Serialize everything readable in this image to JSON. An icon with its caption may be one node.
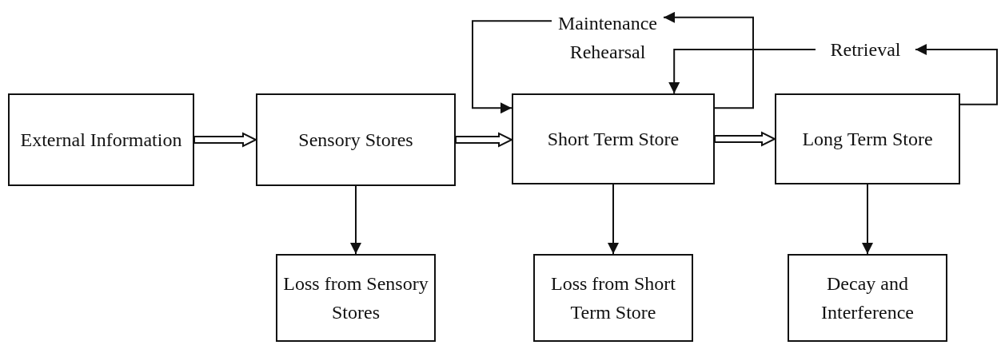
{
  "diagram": {
    "nodes": [
      {
        "text": [
          "External Information"
        ]
      },
      {
        "text": [
          "Sensory Stores"
        ]
      },
      {
        "text": [
          "Short Term Store"
        ]
      },
      {
        "text": [
          "Long Term Store"
        ]
      },
      {
        "text": [
          "Maintenance Rehearsal"
        ]
      },
      {
        "text": [
          "Retrieval"
        ]
      },
      {
        "text": [
          "Loss from Sensory Stores"
        ]
      },
      {
        "text": [
          "Loss from Short Term Store"
        ]
      },
      {
        "text": [
          "Decay and Interference"
        ]
      }
    ],
    "edges": [
      {
        "from": 0,
        "to": 1,
        "arrow": "to",
        "style": "thick"
      },
      {
        "from": 1,
        "to": 2,
        "arrow": "to",
        "style": "thick"
      },
      {
        "from": 2,
        "to": 3,
        "arrow": "to",
        "style": "thick"
      },
      {
        "from": 1,
        "to": 6,
        "arrow": "to"
      },
      {
        "from": 2,
        "to": 7,
        "arrow": "to"
      },
      {
        "from": 3,
        "to": 8,
        "arrow": "to"
      },
      {
        "from": 2,
        "to": 4,
        "arrow": "to"
      },
      {
        "from": 4,
        "to": 2,
        "arrow": "to"
      },
      {
        "from": 3,
        "to": 5,
        "arrow": "to"
      },
      {
        "from": 5,
        "to": 2,
        "arrow": "to"
      }
    ]
  }
}
